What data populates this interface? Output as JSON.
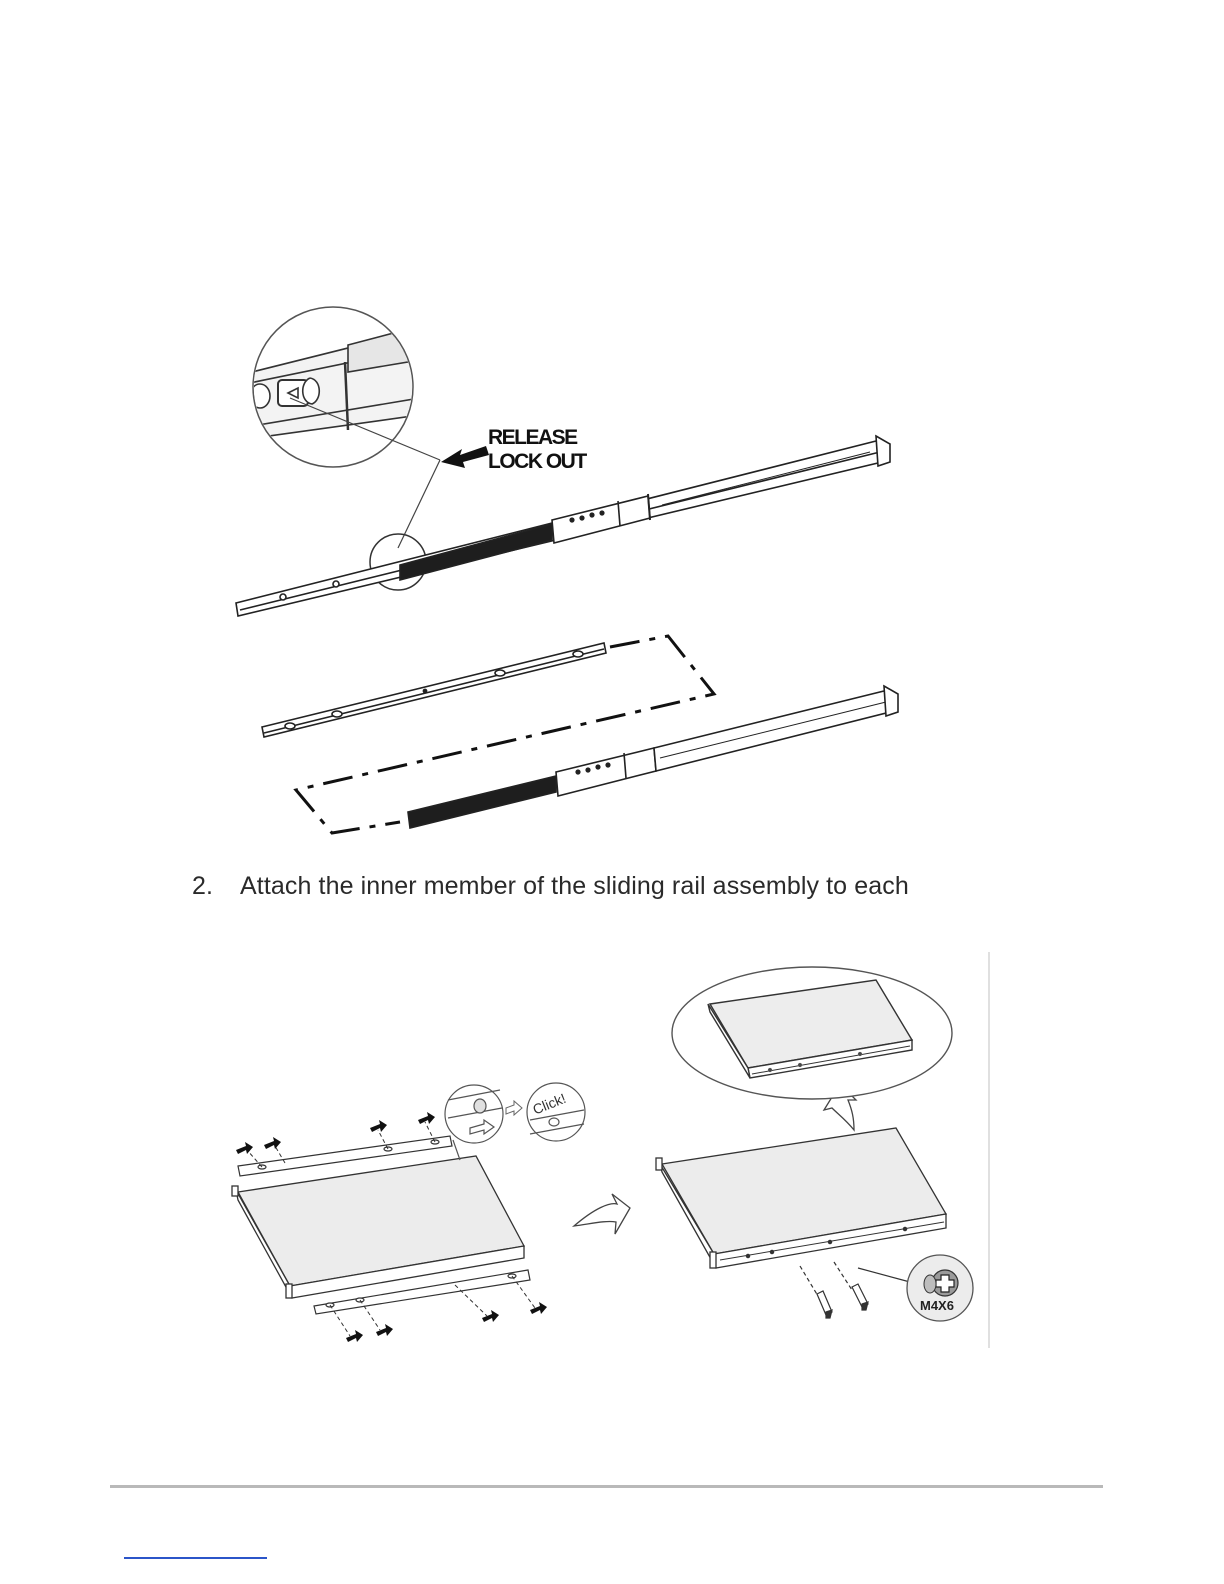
{
  "figure1": {
    "callout_line1": "RELEASE",
    "callout_line2": "LOCK OUT"
  },
  "step2": {
    "number": "2.",
    "text": "Attach the inner member of the sliding rail assembly to each"
  },
  "figure2": {
    "click_label": "Click!",
    "screw_label": "M4X6"
  },
  "footer": {
    "link_text": ""
  }
}
